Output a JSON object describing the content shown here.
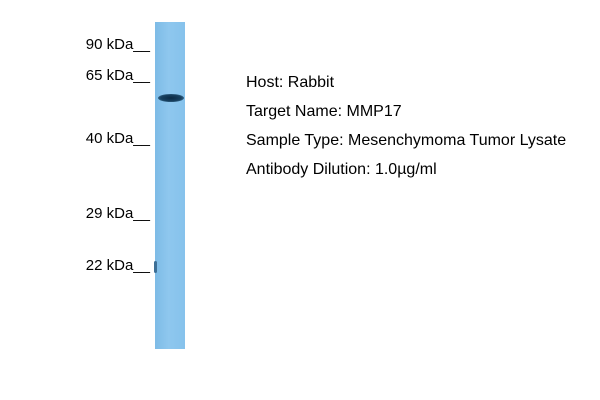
{
  "markers": [
    {
      "label": "90 kDa__"
    },
    {
      "label": "65 kDa__"
    },
    {
      "label": "40 kDa__"
    },
    {
      "label": "29 kDa__"
    },
    {
      "label": "22 kDa__"
    }
  ],
  "info": {
    "host": "Host: Rabbit",
    "target": "Target Name: MMP17",
    "sample": "Sample Type: Mesenchymoma Tumor Lysate",
    "dilution": "Antibody Dilution: 1.0µg/ml"
  },
  "colors": {
    "lane": "#8ec7ee",
    "band": "#0b2a44"
  }
}
